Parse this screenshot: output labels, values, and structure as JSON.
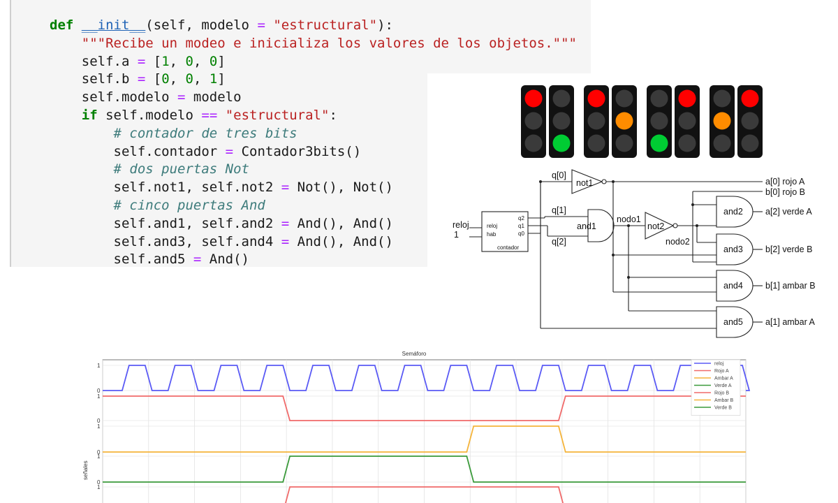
{
  "code": {
    "lines": [
      [
        [
          "kw",
          "def "
        ],
        [
          "fn",
          "__init__"
        ],
        [
          "t",
          "(self, modelo "
        ],
        [
          "op",
          "="
        ],
        [
          "t",
          " "
        ],
        [
          "str",
          "\"estructural\""
        ],
        [
          "t",
          "):"
        ]
      ],
      [
        [
          "t",
          "    "
        ],
        [
          "str",
          "\"\"\"Recibe un modeo e inicializa los valores de los objetos.\"\"\""
        ]
      ],
      [
        [
          "t",
          "    self.a "
        ],
        [
          "op",
          "="
        ],
        [
          "t",
          " ["
        ],
        [
          "num",
          "1"
        ],
        [
          "t",
          ", "
        ],
        [
          "num",
          "0"
        ],
        [
          "t",
          ", "
        ],
        [
          "num",
          "0"
        ],
        [
          "t",
          "]"
        ]
      ],
      [
        [
          "t",
          "    self.b "
        ],
        [
          "op",
          "="
        ],
        [
          "t",
          " ["
        ],
        [
          "num",
          "0"
        ],
        [
          "t",
          ", "
        ],
        [
          "num",
          "0"
        ],
        [
          "t",
          ", "
        ],
        [
          "num",
          "1"
        ],
        [
          "t",
          "]"
        ]
      ],
      [
        [
          "t",
          "    self.modelo "
        ],
        [
          "op",
          "="
        ],
        [
          "t",
          " modelo"
        ]
      ],
      [
        [
          "t",
          "    "
        ],
        [
          "kw",
          "if"
        ],
        [
          "t",
          " self.modelo "
        ],
        [
          "op",
          "=="
        ],
        [
          "t",
          " "
        ],
        [
          "str",
          "\"estructural\""
        ],
        [
          "t",
          ":"
        ]
      ],
      [
        [
          "t",
          "        "
        ],
        [
          "cm",
          "# contador de tres bits"
        ]
      ],
      [
        [
          "t",
          "        self.contador "
        ],
        [
          "op",
          "="
        ],
        [
          "t",
          " Contador3bits()"
        ]
      ],
      [
        [
          "t",
          "        "
        ],
        [
          "cm",
          "# dos puertas Not"
        ]
      ],
      [
        [
          "t",
          "        self.not1, self.not2 "
        ],
        [
          "op",
          "="
        ],
        [
          "t",
          " Not(), Not()"
        ]
      ],
      [
        [
          "t",
          "        "
        ],
        [
          "cm",
          "# cinco puertas And"
        ]
      ],
      [
        [
          "t",
          "        self.and1, self.and2 "
        ],
        [
          "op",
          "="
        ],
        [
          "t",
          " And(), And()"
        ]
      ],
      [
        [
          "t",
          "        self.and3, self.and4 "
        ],
        [
          "op",
          "="
        ],
        [
          "t",
          " And(), And()"
        ]
      ],
      [
        [
          "t",
          "        self.and5 "
        ],
        [
          "op",
          "="
        ],
        [
          "t",
          " And()"
        ]
      ]
    ]
  },
  "traffic_lights": {
    "colors": {
      "off": "#3a3a3a",
      "red": "#ff0000",
      "amber": "#ff8c00",
      "green": "#00cc33",
      "housing": "#111111"
    },
    "pairs": [
      [
        "red",
        "green"
      ],
      [
        "red",
        "amber"
      ],
      [
        "green",
        "red"
      ],
      [
        "amber",
        "red"
      ]
    ]
  },
  "diagram": {
    "reloj": "reloj",
    "one": "1",
    "counter_in1": "reloj",
    "counter_in2": "hab",
    "counter_q2": "q2",
    "counter_q1": "q1",
    "counter_q0": "q0",
    "counter_name": "contador",
    "q0": "q[0]",
    "q1": "q[1]",
    "q2": "q[2]",
    "not1": "not1",
    "not2": "not2",
    "and1": "and1",
    "and2": "and2",
    "and3": "and3",
    "and4": "and4",
    "and5": "and5",
    "nodo1": "nodo1",
    "nodo2": "nodo2",
    "out_a0": "a[0] rojo A",
    "out_b0": "b[0] rojo B",
    "out_a2": "a[2] verde A",
    "out_b2": "b[2] verde B",
    "out_b1": "b[1] ambar B",
    "out_a1": "a[1] ambar A"
  },
  "chart_data": {
    "type": "line",
    "title": "Semáforo",
    "ylabel": "señales",
    "xlim": [
      0,
      28
    ],
    "clock_period": 2,
    "legend_position": "top-right",
    "series": [
      {
        "name": "reloj",
        "color": "#5a5af5",
        "steps": [
          0,
          1,
          0,
          1,
          0,
          1,
          0,
          1,
          0,
          1,
          0,
          1,
          0,
          1,
          0,
          1,
          0,
          1,
          0,
          1,
          0,
          1,
          0,
          1,
          0,
          1,
          0,
          1,
          0
        ]
      },
      {
        "name": "Rojo A",
        "color": "#f06a6a",
        "steps": [
          1,
          1,
          1,
          1,
          1,
          1,
          1,
          1,
          0,
          0,
          0,
          0,
          0,
          0,
          0,
          0,
          0,
          0,
          0,
          0,
          1,
          1,
          1,
          1,
          1,
          1,
          1,
          1,
          1
        ]
      },
      {
        "name": "Ambar A",
        "color": "#f5b43a",
        "steps": [
          0,
          0,
          0,
          0,
          0,
          0,
          0,
          0,
          0,
          0,
          0,
          0,
          0,
          0,
          0,
          0,
          1,
          1,
          1,
          1,
          0,
          0,
          0,
          0,
          0,
          0,
          0,
          0,
          0
        ]
      },
      {
        "name": "Verde A",
        "color": "#3a9a3a",
        "steps": [
          0,
          0,
          0,
          0,
          0,
          0,
          0,
          0,
          1,
          1,
          1,
          1,
          1,
          1,
          1,
          1,
          0,
          0,
          0,
          0,
          0,
          0,
          0,
          0,
          0,
          0,
          0,
          0,
          0
        ]
      },
      {
        "name": "Rojo B",
        "color": "#f06a6a",
        "steps": [
          0,
          0,
          0,
          0,
          0,
          0,
          0,
          0,
          1,
          1,
          1,
          1,
          1,
          1,
          1,
          1,
          1,
          1,
          1,
          1,
          0,
          0,
          0,
          0,
          0,
          0,
          0,
          0,
          0
        ]
      },
      {
        "name": "Ambar B",
        "color": "#f5b43a",
        "steps": []
      },
      {
        "name": "Verde B",
        "color": "#3a9a3a",
        "steps": []
      }
    ],
    "y_ticks": [
      "0",
      "1"
    ]
  }
}
